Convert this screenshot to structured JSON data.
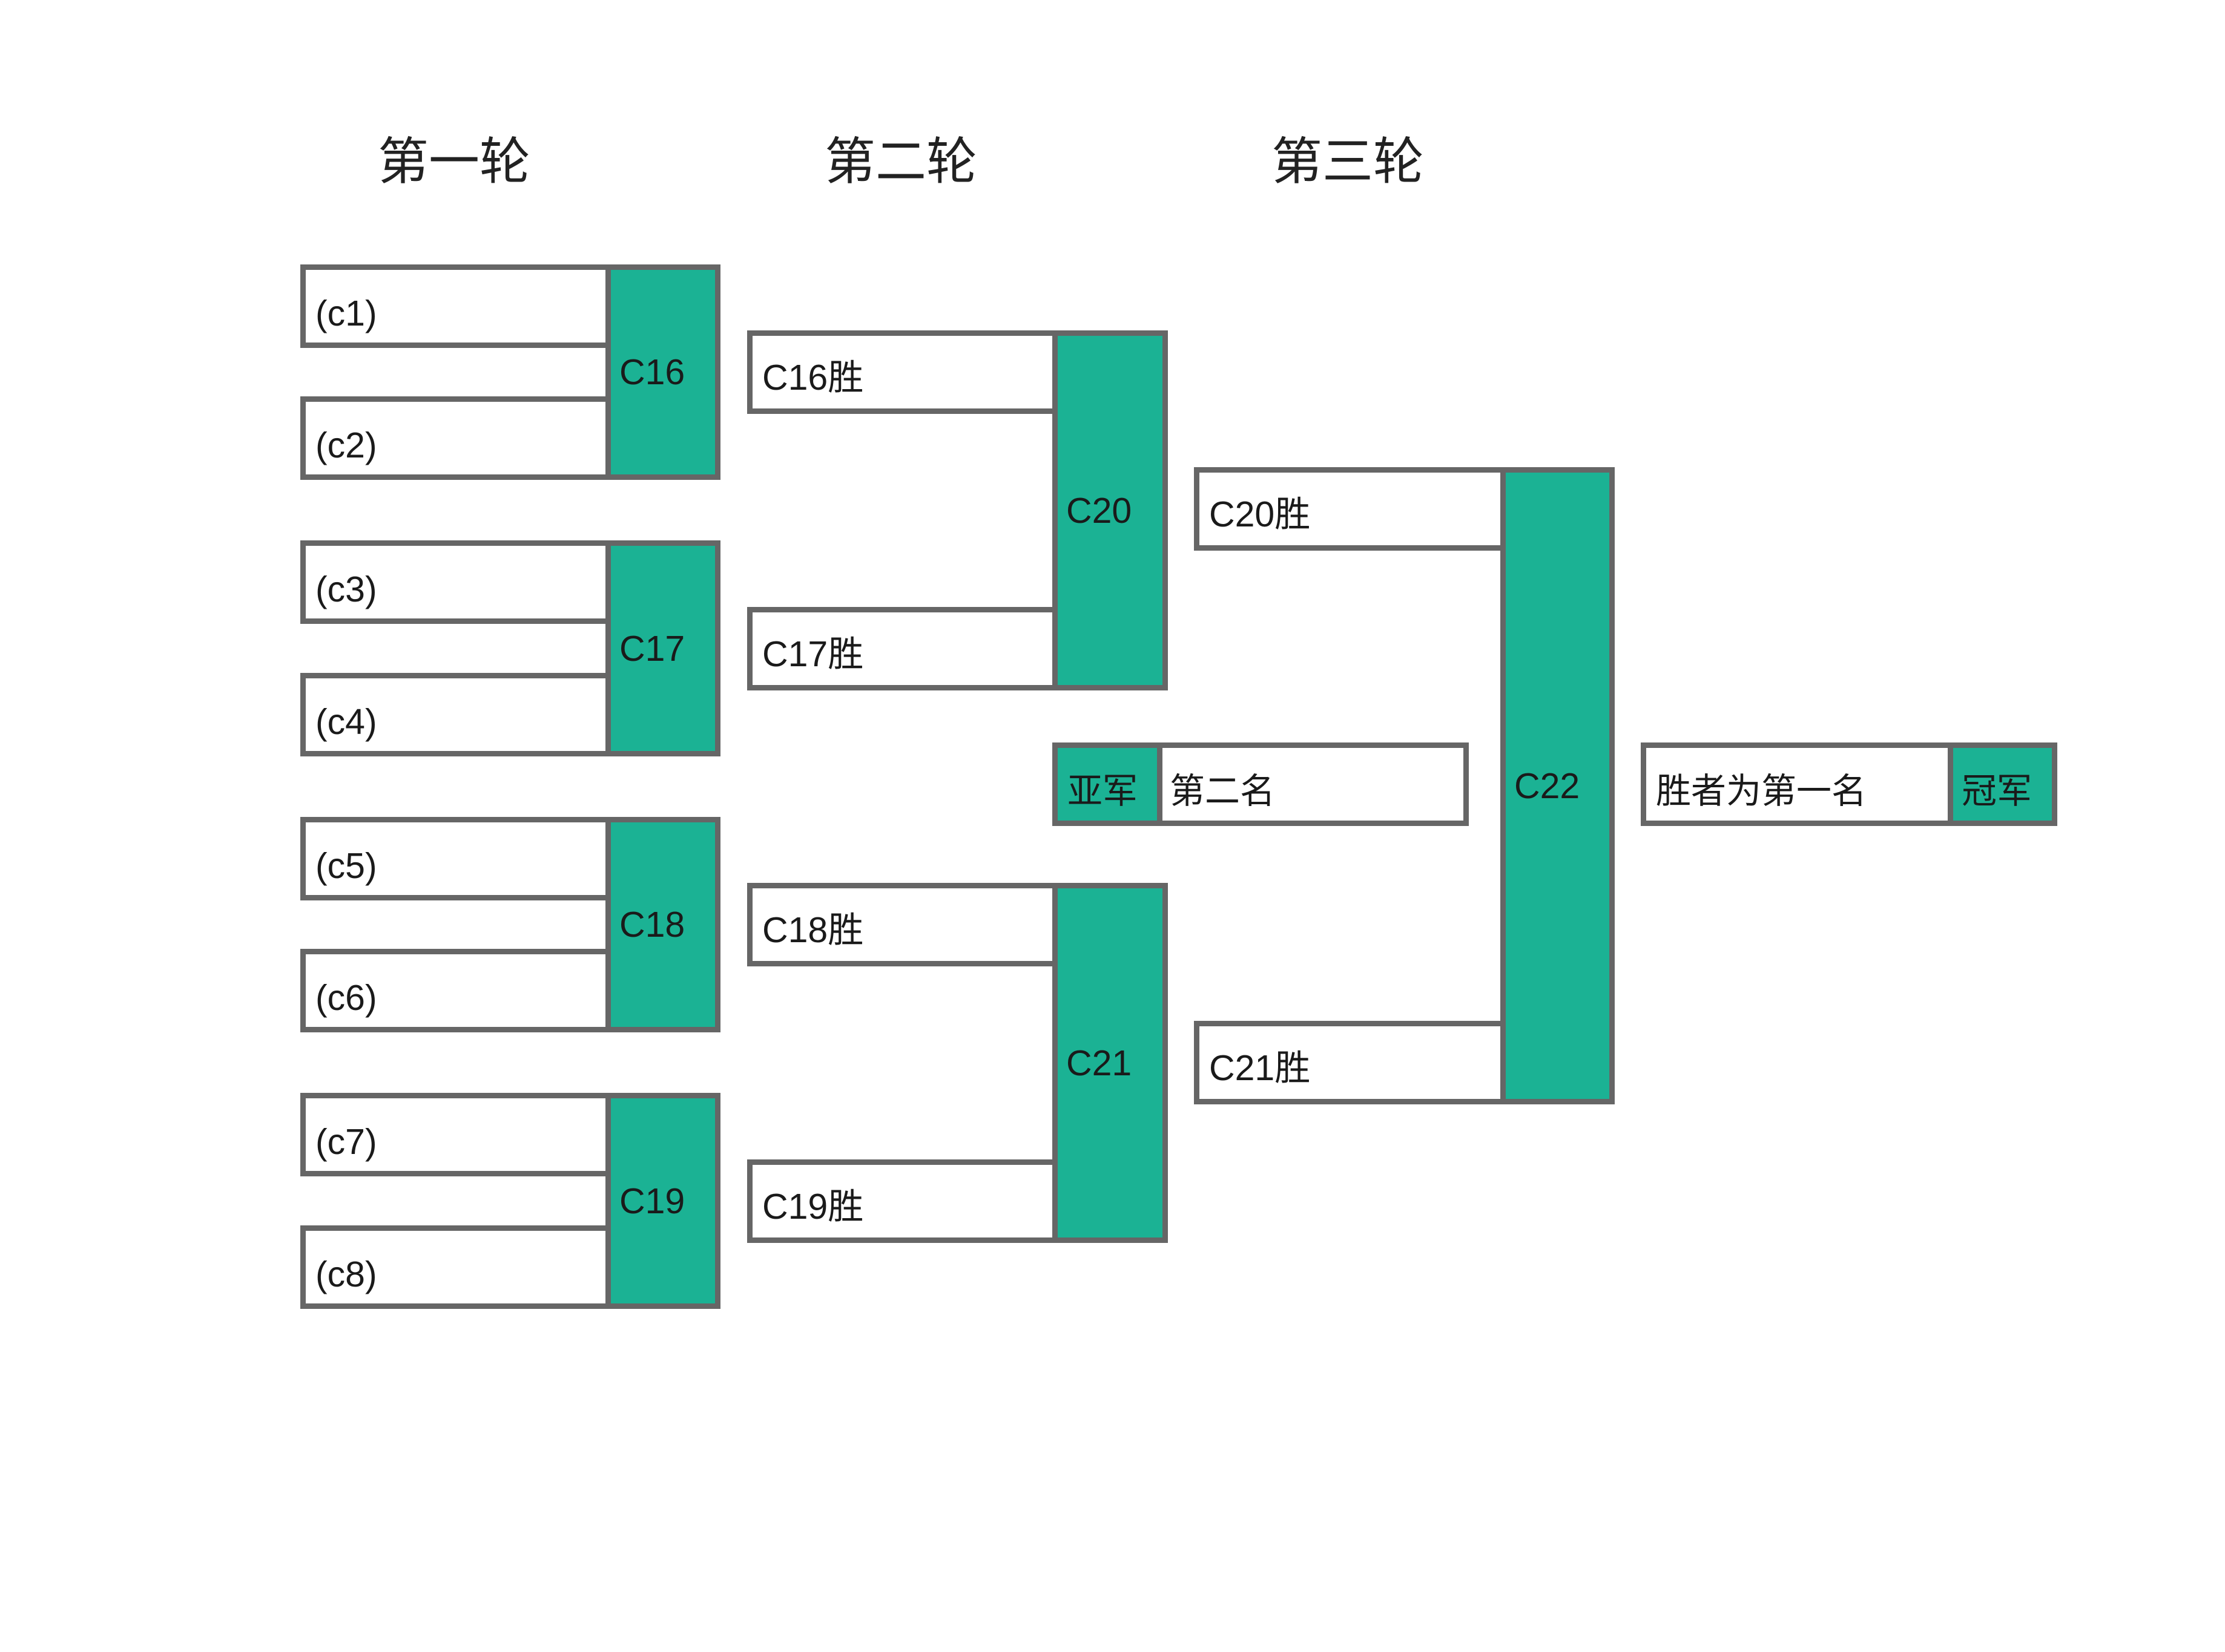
{
  "rounds": [
    "第一轮",
    "第二轮",
    "第三轮"
  ],
  "round1": {
    "entrants": [
      "(c1)",
      "(c2)",
      "(c3)",
      "(c4)",
      "(c5)",
      "(c6)",
      "(c7)",
      "(c8)"
    ],
    "matches": [
      "C16",
      "C17",
      "C18",
      "C19"
    ]
  },
  "round2": {
    "entrants": [
      "C16胜",
      "C17胜",
      "C18胜",
      "C19胜"
    ],
    "matches": [
      "C20",
      "C21"
    ]
  },
  "round3": {
    "entrants": [
      "C20胜",
      "C21胜"
    ],
    "match": "C22"
  },
  "runner_up": {
    "tag": "亚军",
    "text": "第二名"
  },
  "champion": {
    "text": "胜者为第一名",
    "tag": "冠军"
  },
  "colors": {
    "match_fill": "#1bb294",
    "border": "#666666",
    "background": "#ffffff"
  }
}
